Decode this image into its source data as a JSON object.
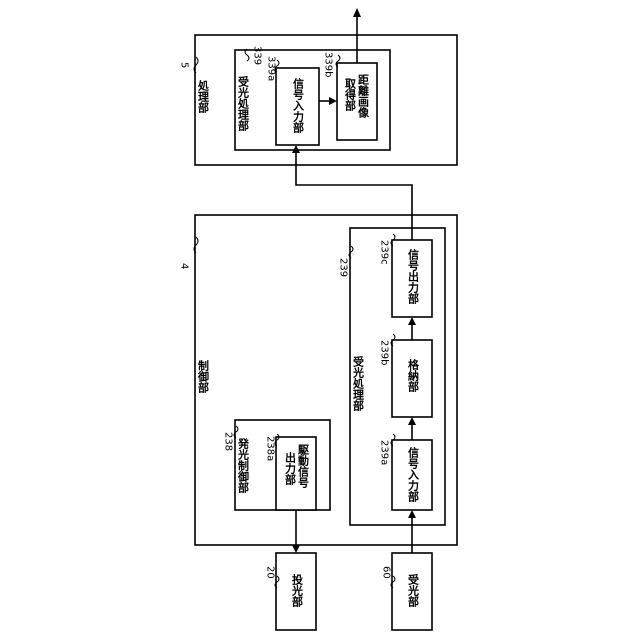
{
  "blocks": {
    "processing": {
      "label": "処理部",
      "ref": "5"
    },
    "light_recv_proc_top": {
      "label": "受光処理部",
      "ref": "339"
    },
    "signal_input_top": {
      "label": "信号入力部",
      "ref": "339a"
    },
    "distance_image": {
      "line1": "距離画像",
      "line2": "取得部",
      "ref": "339b"
    },
    "control": {
      "label": "制御部",
      "ref": "4"
    },
    "light_recv_proc": {
      "label": "受光処理部",
      "ref": "239"
    },
    "signal_input": {
      "label": "信号入力部",
      "ref": "239a"
    },
    "storage": {
      "label": "格納部",
      "ref": "239b"
    },
    "signal_output": {
      "label": "信号出力部",
      "ref": "239c"
    },
    "emit_control": {
      "label": "発光制御部",
      "ref": "238"
    },
    "drive_signal_output": {
      "line1": "駆動信号",
      "line2": "出力部",
      "ref": "238a"
    },
    "projector": {
      "label": "投光部",
      "ref": "20"
    },
    "receiver": {
      "label": "受光部",
      "ref": "60"
    }
  }
}
